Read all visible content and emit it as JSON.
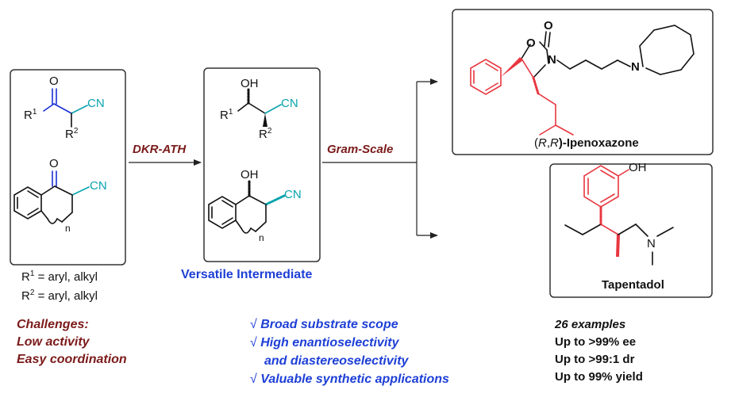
{
  "scheme": {
    "left_box": {
      "ketone_text": {
        "o": "O",
        "r1": "R",
        "r1_sup": "1",
        "cn": "CN",
        "r2": "R",
        "r2_sup": "2"
      },
      "tetralone_text": {
        "o": "O",
        "cn": "CN",
        "n": "n"
      }
    },
    "substituents": [
      {
        "r": "R",
        "sup": "1",
        "value": " = aryl, alkyl"
      },
      {
        "r": "R",
        "sup": "2",
        "value": " = aryl, alkyl"
      }
    ],
    "arrow1_label": "DKR-ATH",
    "middle_box": {
      "alcohol_text": {
        "oh": "OH",
        "r1": "R",
        "r1_sup": "1",
        "cn": "CN",
        "r2": "R",
        "r2_sup": "2"
      },
      "cyclic_text": {
        "oh": "OH",
        "cn": "CN",
        "n": "n"
      }
    },
    "middle_caption": "Versatile  Intermediate",
    "arrow2_label": "Gram-Scale",
    "product1": {
      "atoms": {
        "o_ring": "O",
        "o_carbonyl": "O",
        "n_ring": "N",
        "n_azepane": "N"
      },
      "name": {
        "open": "(",
        "r1": "R",
        "comma": ",",
        "r2": "R",
        "close": ")-Ipenoxazone"
      }
    },
    "product2": {
      "atoms": {
        "oh": "OH",
        "n": "N"
      },
      "name": "Tapentadol"
    },
    "challenges": [
      "Challenges:",
      "Low activity",
      "Easy coordination"
    ],
    "features": [
      {
        "check": "√",
        "text": "Broad substrate scope"
      },
      {
        "check": "√",
        "text": "High enantioselectivity"
      },
      {
        "check": "",
        "text": "and diastereoselectivity"
      },
      {
        "check": "√",
        "text": "Valuable synthetic applications"
      }
    ],
    "stats": [
      "26 examples",
      "Up to >99% ee",
      "Up to >99:1 dr",
      "Up to 99% yield"
    ],
    "colors": {
      "maroon": "#7b1a1a",
      "blue": "#1d3fd6",
      "red": "#e8363f",
      "cyan": "#0aa3ad",
      "navy": "#1b2fd6",
      "black": "#111111"
    }
  }
}
